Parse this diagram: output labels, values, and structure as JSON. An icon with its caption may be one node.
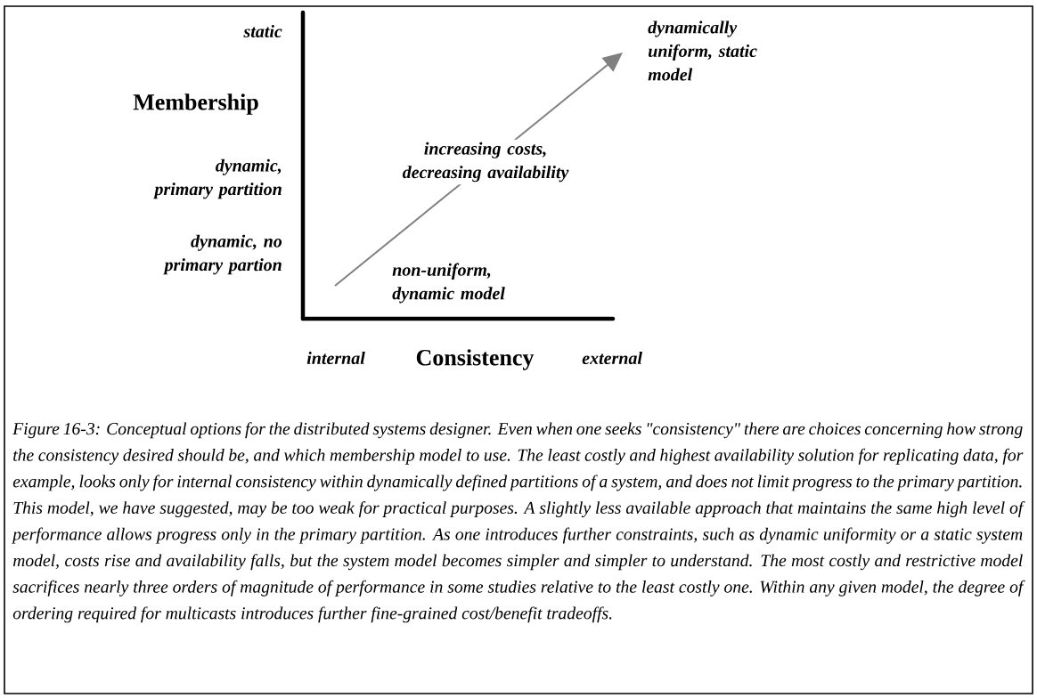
{
  "diagram": {
    "caption": "Figure 16-3: Conceptual options for the distributed systems designer.  Even when one seeks \"consistency\" there are choices concerning how strong the consistency desired should be, and which membership model to use.  The least costly and highest availability solution for replicating data, for example, looks only for internal consistency within dynamically defined partitions of a system, and does not limit progress to the primary partition.  This model, we have suggested, may be too weak for practical purposes.  A slightly less available approach that maintains the same high level of performance allows progress only in the primary partition.  As one introduces further constraints, such as dynamic uniformity or a static system model, costs rise and availability falls, but the system model becomes simpler and simpler to understand.  The most costly and restrictive model sacrifices nearly three orders of magnitude of performance in some studies relative to the least costly one.    Within any given model, the degree of ordering required for multicasts introduces further fine-grained cost/benefit tradeoffs.",
    "nodes": [
      {
        "text": [
          "non-uniform, dynamic model"
        ]
      },
      {
        "text": [
          "dynamically uniform, static model"
        ]
      }
    ],
    "edges": [
      {
        "from": 0,
        "to": 1,
        "arrow": "to",
        "label": "increasing costs, decreasing availability",
        "color": "#808080"
      }
    ],
    "labels": [
      "static",
      "Membership",
      "dynamic, primary partition",
      "dynamic, no primary partion",
      "internal",
      "Consistency",
      "external"
    ]
  }
}
